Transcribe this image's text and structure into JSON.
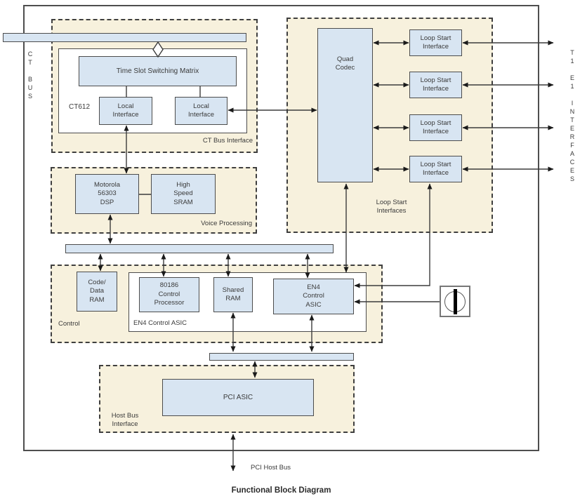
{
  "title": "Functional Block Diagram",
  "bus_labels": {
    "ct_bus": "CT BUS",
    "t1e1": "T1 E1 INTERFACES",
    "pci_host_bus": "PCI Host Bus"
  },
  "regions": {
    "ct_bus_interface": {
      "label": "CT Bus Interface",
      "chip": "CT612",
      "matrix": "Time Slot Switching Matrix",
      "local_left": "Local\nInterface",
      "local_right": "Local\nInterface"
    },
    "voice_processing": {
      "label": "Voice Processing",
      "dsp": "Motorola\n56303\nDSP",
      "sram": "High\nSpeed\nSRAM"
    },
    "control": {
      "label": "Control",
      "group_label": "EN4 Control ASIC",
      "code_data_ram": "Code/\nData\nRAM",
      "processor": "80186\nControl\nProcessor",
      "shared_ram": "Shared\nRAM",
      "en4_asic": "EN4\nControl\nASIC"
    },
    "loop_start": {
      "label": "Loop Start\nInterfaces",
      "codec": "Quad\nCodec",
      "interfaces": [
        "Loop Start\nInterface",
        "Loop Start\nInterface",
        "Loop Start\nInterface",
        "Loop Start\nInterface"
      ]
    },
    "host_bus": {
      "label": "Host Bus\nInterface",
      "pci_asic": "PCI ASIC"
    }
  },
  "icons": {
    "oscillator": "crystal-oscillator-symbol",
    "bus_tap": "diamond-bus-tap-symbol"
  },
  "colors": {
    "block_fill": "#d8e5f2",
    "region_fill": "#f7f1dd",
    "line": "#3c3c3c",
    "border": "#4c4c4c"
  }
}
